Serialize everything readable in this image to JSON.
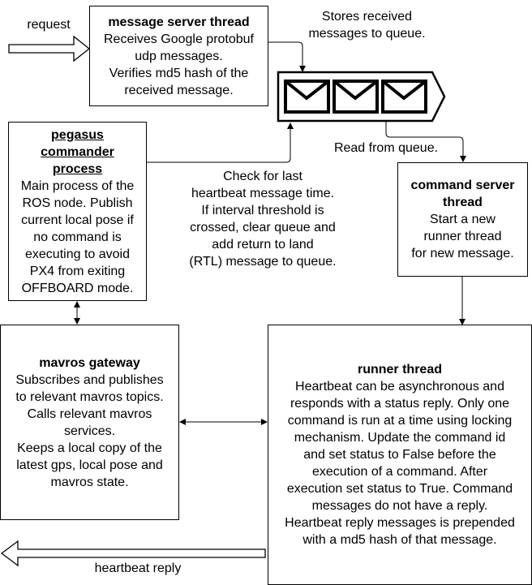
{
  "boxes": {
    "message_server": {
      "title": "message server thread",
      "lines": [
        "Receives Google protobuf",
        "udp messages.",
        "Verifies md5 hash of the",
        "received message."
      ]
    },
    "pegasus": {
      "title_lines": [
        "pegasus",
        "commander",
        "process"
      ],
      "lines": [
        "Main process of the",
        "ROS node. Publish",
        "current local pose if",
        "no command is",
        "executing to avoid",
        "PX4 from exiting",
        "OFFBOARD mode."
      ]
    },
    "command_server": {
      "title_lines": [
        "command server",
        "thread"
      ],
      "lines": [
        "Start a new",
        "runner thread",
        "for new message."
      ]
    },
    "mavros": {
      "title": "mavros gateway",
      "lines": [
        "Subscribes and publishes",
        "to relevant mavros topics.",
        "Calls relevant mavros",
        "services.",
        "Keeps a local copy of the",
        "latest gps, local pose and",
        "mavros state."
      ]
    },
    "runner": {
      "title": "runner thread",
      "lines": [
        "Heartbeat can be asynchronous and",
        "responds with a status reply. Only one",
        "command is run at a time using locking",
        "mechanism. Update the command id",
        "and set status to False before the",
        "execution of a command. After",
        "execution set status to True. Command",
        "messages do not have a reply.",
        "Heartbeat reply messages is prepended",
        "with a md5 hash of that message."
      ]
    }
  },
  "labels": {
    "request": "request",
    "stores": [
      "Stores received",
      "messages to queue."
    ],
    "read_queue": "Read from queue.",
    "heartbeat_check": [
      "Check for last",
      "heartbeat message time.",
      "If interval threshold is",
      "crossed, clear queue and",
      "add return to land",
      "(RTL) message to queue."
    ],
    "heartbeat_reply": "heartbeat reply"
  },
  "icons": {
    "queue": "message-queue-icon",
    "envelope": "envelope-icon"
  }
}
